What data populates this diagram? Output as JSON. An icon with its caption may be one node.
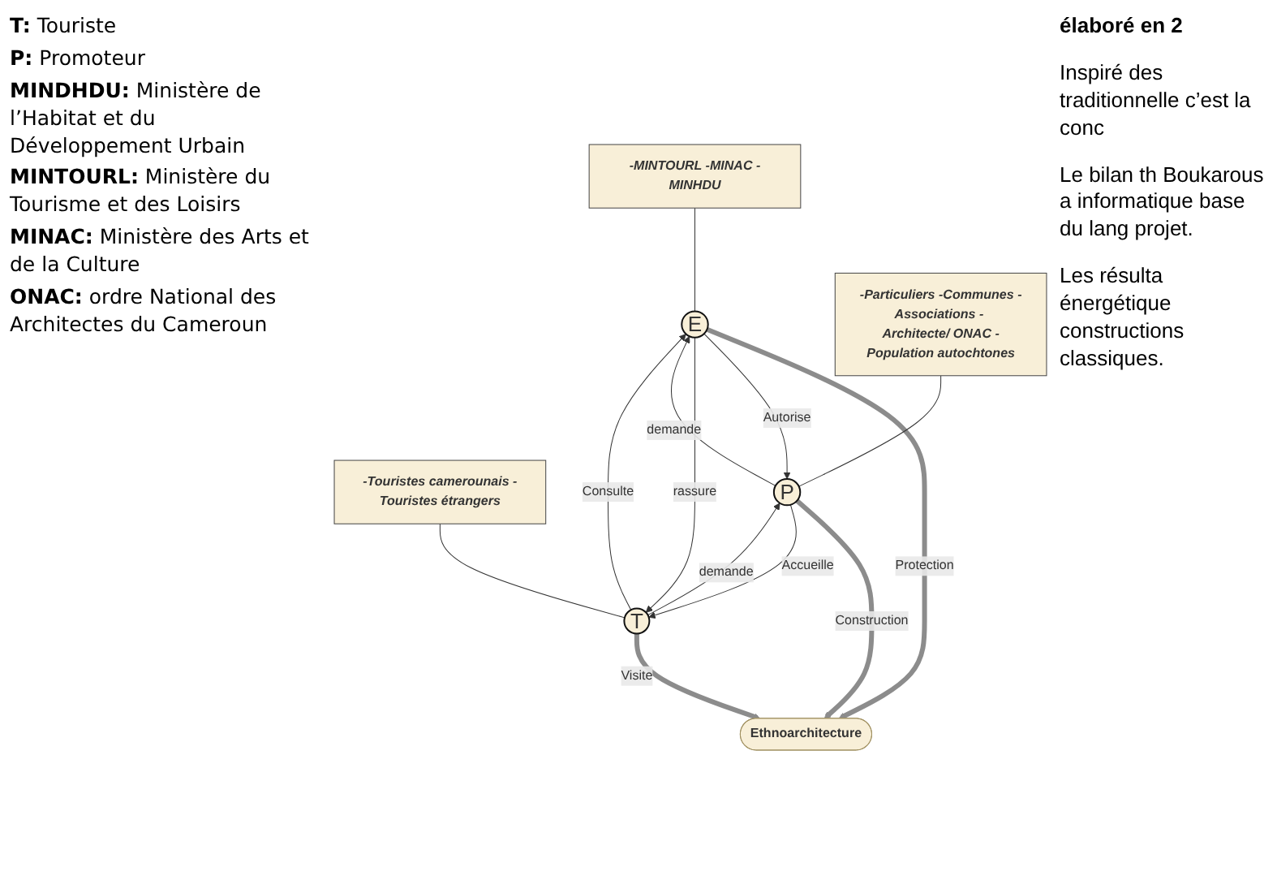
{
  "diagram": {
    "nodes": [
      {
        "text": [
          "E"
        ]
      },
      {
        "text": [
          "-MINTOURL -MINAC -MINHDU"
        ]
      },
      {
        "text": [
          "Ethnoarchitecture"
        ]
      },
      {
        "text": [
          "T"
        ]
      },
      {
        "text": [
          "-Touristes camerounais -Touristes étrangers"
        ]
      },
      {
        "text": [
          "P"
        ]
      },
      {
        "text": [
          "-Particuliers -Communes -Associations - Architecte/ ONAC -Population autochtones"
        ]
      }
    ],
    "edges": [
      {
        "from": 1,
        "to": 0,
        "arrow": "none"
      },
      {
        "from": 0,
        "to": 2,
        "arrow": "to",
        "label": "Protection",
        "style": "thick",
        "color": "#8c8c8c"
      },
      {
        "from": 3,
        "to": 2,
        "arrow": "to",
        "label": "Visite",
        "style": "thick",
        "color": "#8c8c8c"
      },
      {
        "from": 5,
        "to": 2,
        "arrow": "to",
        "label": "Construction",
        "style": "thick",
        "color": "#8c8c8c"
      },
      {
        "from": 3,
        "to": 0,
        "arrow": "to",
        "label": "Consulte"
      },
      {
        "from": 0,
        "to": 5,
        "arrow": "to",
        "label": "Autorise"
      },
      {
        "from": 0,
        "to": 3,
        "arrow": "to",
        "label": "rassure"
      },
      {
        "from": 5,
        "to": 0,
        "arrow": "to",
        "label": "demande"
      },
      {
        "from": 5,
        "to": 3,
        "arrow": "to",
        "label": "Accueille"
      },
      {
        "from": 3,
        "to": 5,
        "arrow": "to",
        "label": "demande"
      },
      {
        "from": 4,
        "to": 3,
        "arrow": "none"
      },
      {
        "from": 6,
        "to": 5,
        "arrow": "none"
      }
    ],
    "labels": [
      "**T:** Touriste",
      "**P:** Promoteur",
      "**MINDHDU:** Ministère de l’Habitat et du Développement Urbain",
      "**MINTOURL:** Ministère du Tourisme et des Loisirs",
      "**MINAC:** Ministère des Arts et de la Culture",
      "**ONAC:** ordre National des Architectes du Cameroun",
      "élaboré en 2",
      "Inspiré des traditionnelle c’est la conc",
      "Le bilan th Boukarous a informatique base du lang projet.",
      "Les résulta énergétique constructions classiques."
    ]
  }
}
